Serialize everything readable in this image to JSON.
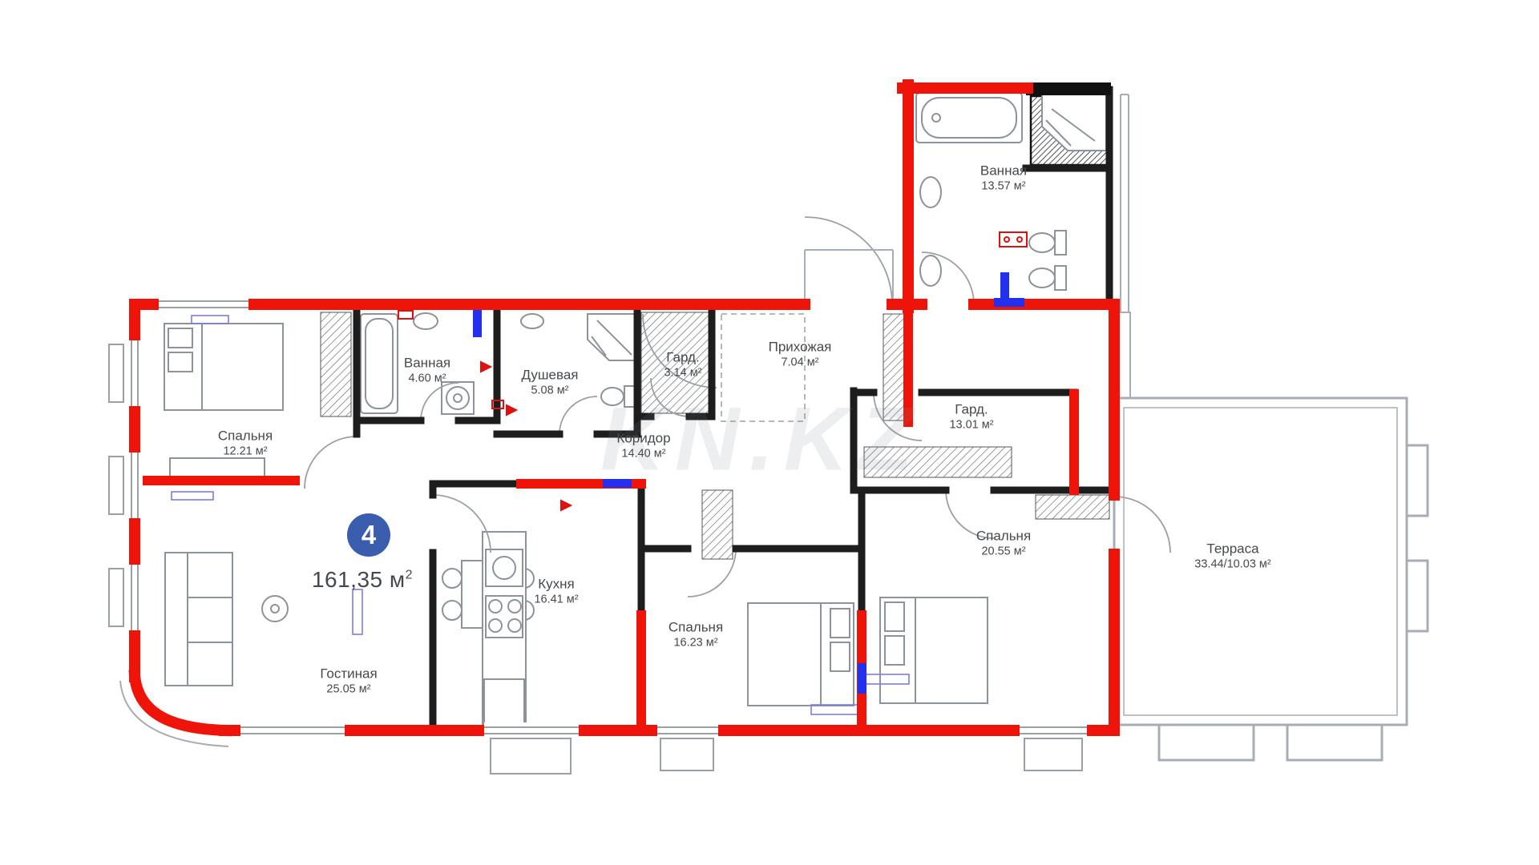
{
  "plan": {
    "badge_number": "4",
    "total_area": {
      "value": "161,35 м",
      "sup": "2"
    },
    "watermark": "KN.KZ",
    "rooms": [
      {
        "name": "Ванная",
        "area": "13.57 м²"
      },
      {
        "name": "Спальня",
        "area": "12.21 м²"
      },
      {
        "name": "Ванная",
        "area": "4.60 м²"
      },
      {
        "name": "Душевая",
        "area": "5.08 м²"
      },
      {
        "name": "Гард.",
        "area": "3.14 м²"
      },
      {
        "name": "Прихожая",
        "area": "7.04 м²"
      },
      {
        "name": "Коридор",
        "area": "14.40 м²"
      },
      {
        "name": "Гард.",
        "area": "13.01 м²"
      },
      {
        "name": "Спальня",
        "area": "20.55 м²"
      },
      {
        "name": "Терраса",
        "area": "33.44/10.03 м²"
      },
      {
        "name": "Кухня",
        "area": "16.41 м²"
      },
      {
        "name": "Спальня",
        "area": "16.23 м²"
      },
      {
        "name": "Гостиная",
        "area": "25.05 м²"
      }
    ],
    "colors": {
      "wall_red": "#ee1409",
      "wall_black": "#1d1d1d",
      "accent_blue": "#2430f0",
      "badge_blue": "#3a5dae",
      "furniture_gray": "#8d939a"
    }
  }
}
